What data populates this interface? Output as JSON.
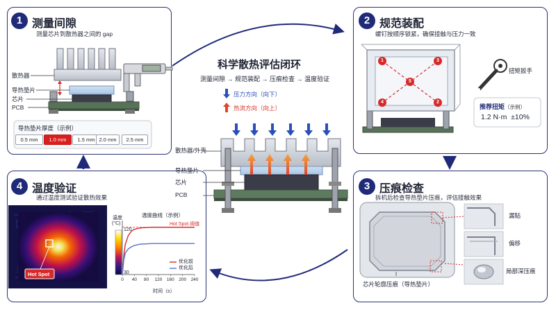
{
  "center": {
    "title": "科学散热评估闭环",
    "flow": "测量间隙 → 规范装配 → 压痕检查 → 温度验证",
    "legend_pressure": "压力方向（向下）",
    "legend_heat": "热流方向（向上）",
    "labels": {
      "heatsink": "散热器/外壳",
      "pad": "导热垫片",
      "chip": "芯片",
      "pcb": "PCB"
    }
  },
  "step1": {
    "number": "1",
    "title": "测量间隙",
    "subtitle": "测量芯片到散热器之间的 gap",
    "labels": {
      "heatsink": "散热器",
      "pad": "导热垫片",
      "chip": "芯片",
      "pcb": "PCB"
    },
    "thickness_title": "导热垫片厚度（示例）",
    "options": [
      "0.5 mm",
      "1.0 mm",
      "1.5 mm",
      "2.0 mm",
      "2.5 mm"
    ],
    "selected_option": "1.0 mm"
  },
  "step2": {
    "number": "2",
    "title": "规范装配",
    "subtitle": "螺钉按顺序锁紧，确保接触与压力一致",
    "screw_order": [
      "1",
      "2",
      "3",
      "4",
      "5"
    ],
    "wrench_label": "扭矩扳手",
    "torque_title": "推荐扭矩",
    "torque_note": "（示例）",
    "torque_value": "1.2 N·m  ±10%"
  },
  "step3": {
    "number": "3",
    "title": "压痕检查",
    "subtitle": "拆机后检查导热垫片压痕，评估接触效果",
    "caption": "芯片轮廓压痕（导热垫片）",
    "defects": [
      "漏贴",
      "偏移",
      "局部深压痕"
    ]
  },
  "step4": {
    "number": "4",
    "title": "温度验证",
    "subtitle": "通过温度测试验证散热效果",
    "hotspot_label": "Hot Spot",
    "colorbar_title": "温度",
    "colorbar_unit": "(°C)",
    "colorbar_ticks": [
      "120",
      "30"
    ]
  },
  "chart_data": {
    "type": "line",
    "title": "温度曲线（示例）",
    "xlabel": "时间（s）",
    "ylabel": "",
    "x_ticks": [
      0,
      40,
      80,
      120,
      160,
      200,
      240
    ],
    "xlim": [
      0,
      240
    ],
    "threshold": {
      "label": "Hot Spot 阈值",
      "value": 100
    },
    "series": [
      {
        "name": "优化前",
        "color": "#d62a2a",
        "x": [
          0,
          5,
          10,
          20,
          30,
          40,
          60,
          80,
          100,
          120,
          160,
          200,
          240
        ],
        "y": [
          30,
          58,
          75,
          88,
          94,
          97,
          99,
          99.5,
          100,
          100,
          100,
          100,
          100
        ]
      },
      {
        "name": "优化后",
        "color": "#5b6fd6",
        "x": [
          0,
          5,
          10,
          20,
          30,
          40,
          60,
          80,
          100,
          120,
          160,
          200,
          240
        ],
        "y": [
          30,
          52,
          62,
          68,
          71,
          73,
          75,
          75.5,
          76,
          76,
          76,
          76,
          76
        ]
      }
    ]
  }
}
